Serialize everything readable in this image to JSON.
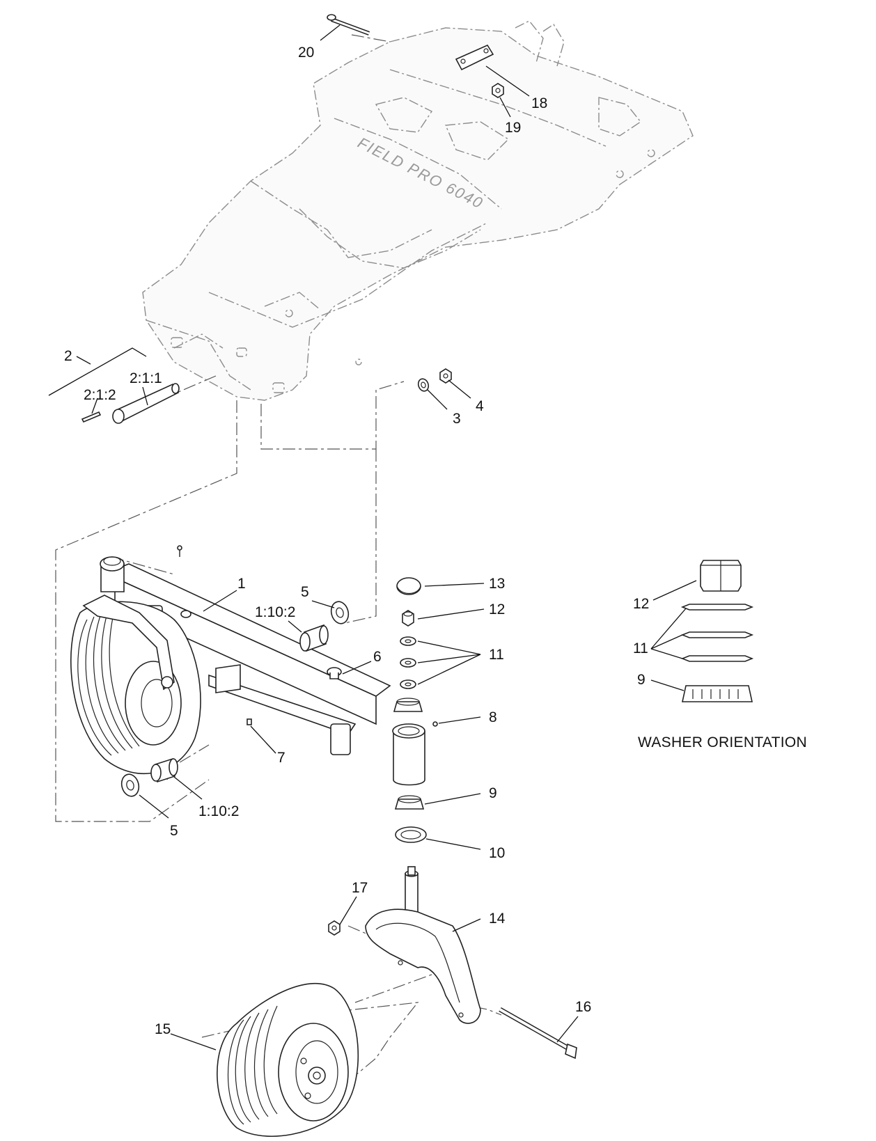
{
  "frame": {
    "model_text": "FIELD PRO 6040"
  },
  "callouts": [
    {
      "id": "c20",
      "text": "20"
    },
    {
      "id": "c18",
      "text": "18"
    },
    {
      "id": "c19",
      "text": "19"
    },
    {
      "id": "c2",
      "text": "2"
    },
    {
      "id": "c211",
      "text": "2:1:1"
    },
    {
      "id": "c212",
      "text": "2:1:2"
    },
    {
      "id": "c4",
      "text": "4"
    },
    {
      "id": "c3",
      "text": "3"
    },
    {
      "id": "c1",
      "text": "1"
    },
    {
      "id": "c5a",
      "text": "5"
    },
    {
      "id": "c1102a",
      "text": "1:10:2"
    },
    {
      "id": "c13",
      "text": "13"
    },
    {
      "id": "c12",
      "text": "12"
    },
    {
      "id": "c11",
      "text": "11"
    },
    {
      "id": "c6",
      "text": "6"
    },
    {
      "id": "c8",
      "text": "8"
    },
    {
      "id": "c7",
      "text": "7"
    },
    {
      "id": "c1102b",
      "text": "1:10:2"
    },
    {
      "id": "c5b",
      "text": "5"
    },
    {
      "id": "c9",
      "text": "9"
    },
    {
      "id": "c10",
      "text": "10"
    },
    {
      "id": "c17",
      "text": "17"
    },
    {
      "id": "c14",
      "text": "14"
    },
    {
      "id": "c16",
      "text": "16"
    },
    {
      "id": "c15",
      "text": "15"
    }
  ],
  "washer_orientation": {
    "title": "WASHER ORIENTATION",
    "labels": {
      "nut": "12",
      "washers": "11",
      "bearing": "9"
    }
  }
}
